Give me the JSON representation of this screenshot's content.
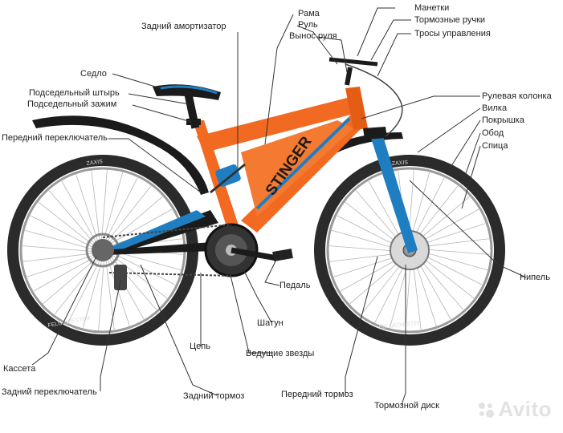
{
  "labels": {
    "rear_shock": "Задний амортизатор",
    "frame": "Рама",
    "handlebar": "Руль",
    "stem": "Вынос руля",
    "shifters": "Манетки",
    "brake_levers": "Тормозные ручки",
    "cables": "Тросы управления",
    "saddle": "Седло",
    "seatpost": "Подседельный штырь",
    "seat_clamp": "Подседельный зажим",
    "front_derailleur": "Передний переключатель",
    "headset": "Рулевая колонка",
    "fork": "Вилка",
    "tire": "Покрышка",
    "rim": "Обод",
    "spoke": "Спица",
    "nipple": "Нипель",
    "pedal": "Педаль",
    "crank": "Шатун",
    "chain": "Цепь",
    "chainrings": "Ведущие звезды",
    "cassette": "Кассета",
    "rear_derailleur": "Задний переключатель",
    "rear_brake": "Задний тормоз",
    "front_brake": "Передний тормоз",
    "brake_disc": "Тормозной диск"
  },
  "frame_text": {
    "brand": "STINGER",
    "tire_text": "ZAXIS",
    "rim_text": "FELGEDIESTER"
  },
  "watermark": "Avito",
  "colors": {
    "frame": "#f26a21",
    "accent": "#1f7ec2",
    "tire": "#2b2b2b",
    "leader": "#333333"
  }
}
